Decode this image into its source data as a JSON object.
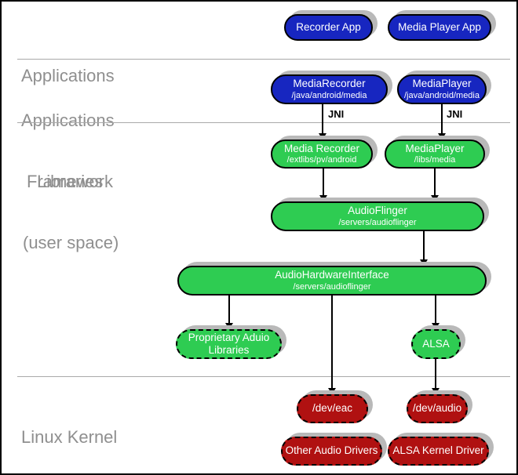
{
  "sections": {
    "applications": {
      "lines": [
        "Applications"
      ]
    },
    "framework": {
      "lines": [
        "Applications",
        "Framework"
      ]
    },
    "libraries": {
      "lines": [
        "Libraries",
        "(user space)"
      ]
    },
    "kernel": {
      "lines": [
        "Linux Kernel"
      ]
    }
  },
  "nodes": {
    "recorder_app": {
      "title": "Recorder App"
    },
    "media_player_app": {
      "title": "Media Player App"
    },
    "media_recorder_framework": {
      "title": "MediaRecorder",
      "subtitle": "/java/android/media"
    },
    "media_player_framework": {
      "title": "MediaPlayer",
      "subtitle": "/java/android/media"
    },
    "media_recorder_library": {
      "title": "Media Recorder",
      "subtitle": "/extlibs/pv/android"
    },
    "media_player_library": {
      "title": "MediaPlayer",
      "subtitle": "/libs/media"
    },
    "audio_flinger": {
      "title": "AudioFlinger",
      "subtitle": "/servers/audioflinger"
    },
    "audio_hardware_interface": {
      "title": "AudioHardwareInterface",
      "subtitle": "/servers/audioflinger"
    },
    "proprietary_audio_libraries": {
      "title": "Proprietary Aduio",
      "subtitle": "Libraries"
    },
    "alsa": {
      "title": "ALSA"
    },
    "dev_eac": {
      "title": "/dev/eac"
    },
    "dev_audio": {
      "title": "/dev/audio"
    },
    "other_audio_drivers": {
      "title": "Other Audio Drivers"
    },
    "alsa_kernel_driver": {
      "title": "ALSA Kernel Driver"
    }
  },
  "connectors": {
    "jni_left_label": "JNI",
    "jni_right_label": "JNI"
  },
  "colors": {
    "app_blue": "#1726c0",
    "lib_green": "#2ecc52",
    "kernel_red": "#b01111",
    "shadow_gray": "#b9b9b9",
    "section_label_gray": "#8f8f8f",
    "divider_gray": "#a9a9a9",
    "box_text": "#ffffff",
    "line_black": "#000000"
  }
}
